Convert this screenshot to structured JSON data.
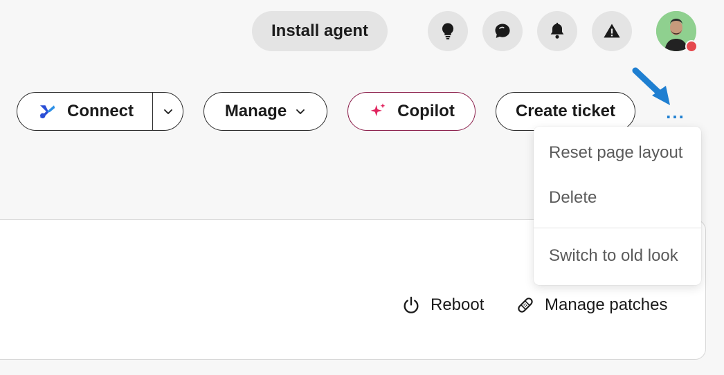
{
  "topbar": {
    "install_label": "Install agent",
    "icons": [
      "lightbulb-icon",
      "chat-icon",
      "bell-icon",
      "alert-icon"
    ],
    "avatar_status_color": "#e5484d"
  },
  "actions": {
    "connect_label": "Connect",
    "manage_label": "Manage",
    "copilot_label": "Copilot",
    "create_ticket_label": "Create ticket",
    "more_label": "..."
  },
  "colors": {
    "accent_blue": "#1f7fd1",
    "copilot_pink": "#e0245e",
    "copilot_border": "#8b1f4b"
  },
  "card": {
    "reboot_label": "Reboot",
    "manage_patches_label": "Manage patches"
  },
  "menu": {
    "items": [
      {
        "label": "Reset page layout"
      },
      {
        "label": "Delete"
      },
      {
        "label": "Switch to old look"
      }
    ]
  }
}
